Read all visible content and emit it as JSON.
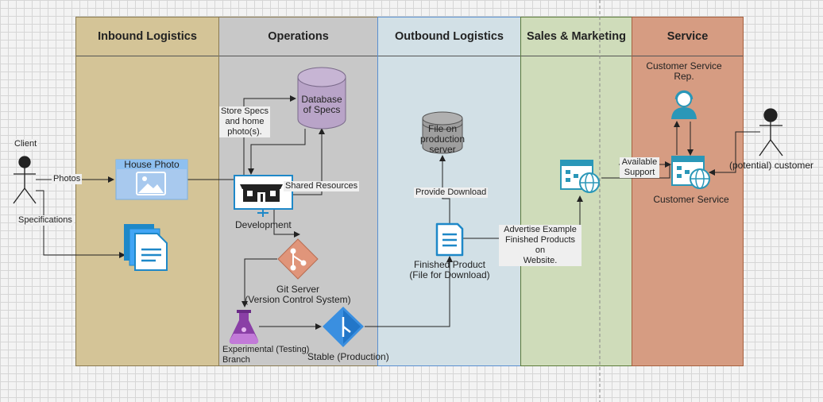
{
  "lanes": [
    {
      "name": "Inbound Logistics",
      "color": "#d4c497"
    },
    {
      "name": "Operations",
      "color": "#c8c8c8"
    },
    {
      "name": "Outbound Logistics",
      "color": "#d2e0e6"
    },
    {
      "name": "Sales & Marketing",
      "color": "#cfdcba"
    },
    {
      "name": "Service",
      "color": "#d69c82"
    }
  ],
  "actors": {
    "client": "Client",
    "customer": "(potential) customer"
  },
  "nodes": {
    "house_photo": "House Photo",
    "database": "Database of Specs",
    "development": "Development",
    "git_server": "Git Server\n(Version Control System)",
    "experimental": "Experimental (Testing)\nBranch",
    "stable": "Stable (Production)",
    "file_server": "File on production server",
    "finished_product": "Finished Product\n(File for Download)",
    "customer_service_rep": "Customer Service\nRep.",
    "customer_service": "Customer Service"
  },
  "edge_labels": {
    "photos": "Photos",
    "specifications": "Specifications",
    "store_specs": "Store Specs\nand home\nphoto(s).",
    "shared_resources": "Shared Resources",
    "provide_download": "Provide Download",
    "advertise": "Advertise Example\nFinished Products on\nWebsite.",
    "available_support": "Available\nSupport"
  },
  "colors": {
    "line": "#222222",
    "icon_blue": "#1e88c8",
    "web_teal": "#2a97b8",
    "git_orange": "#e0957a",
    "flask_purple": "#8a3fa6",
    "db_purple": "#b9a4c8",
    "db_gray": "#9e9e9e"
  }
}
